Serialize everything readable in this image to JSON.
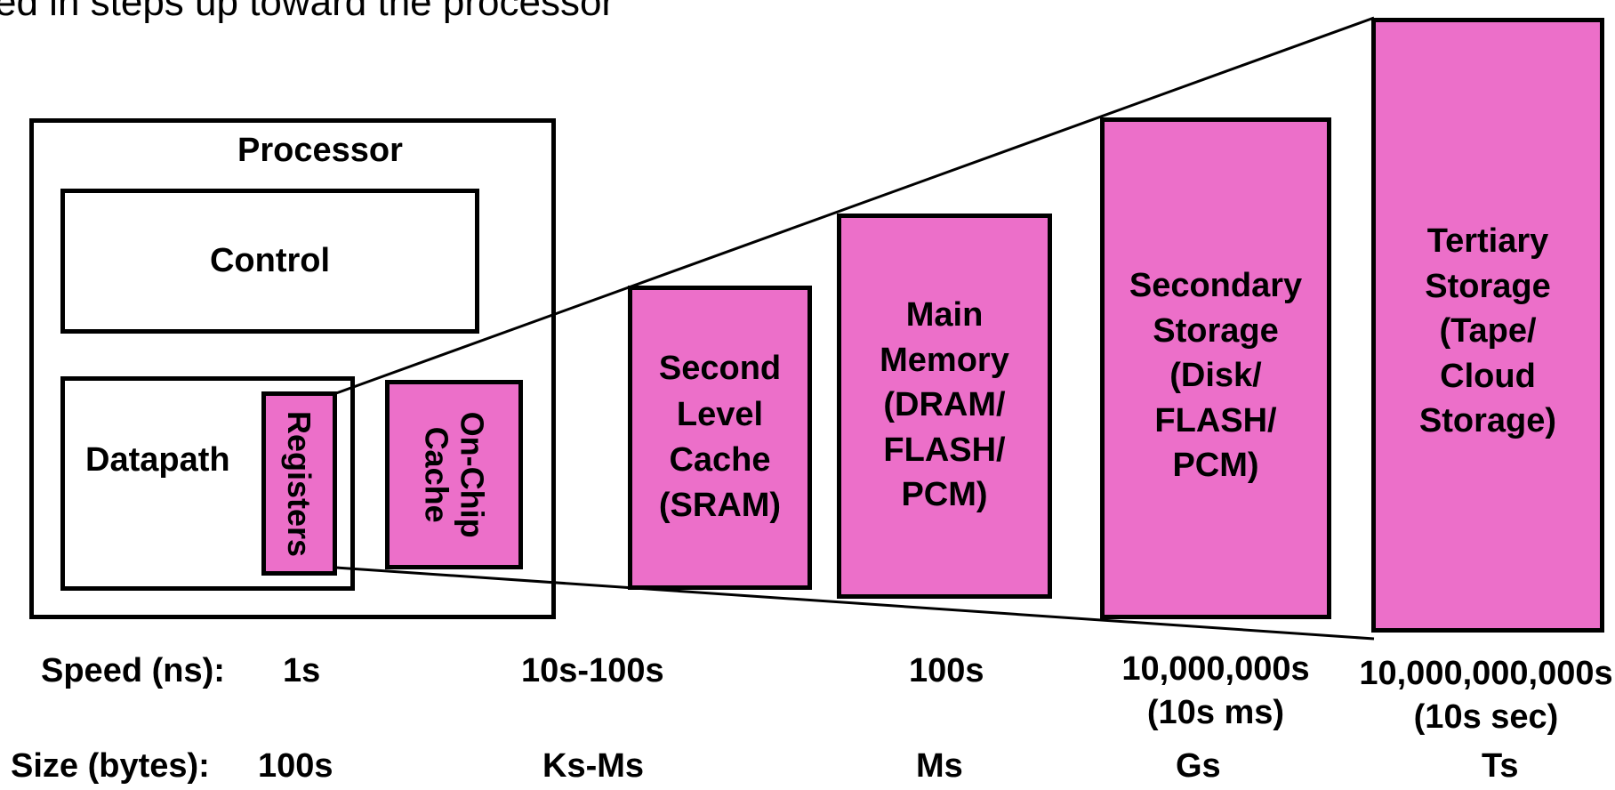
{
  "title": "ed in steps up toward the processor",
  "processor": {
    "label": "Processor",
    "control_label": "Control",
    "datapath_label": "Datapath",
    "registers_label": "Registers",
    "onchip_cache_label": "On-Chip\nCache"
  },
  "levels": {
    "second_level_cache": "Second\nLevel\nCache\n(SRAM)",
    "main_memory": "Main\nMemory\n(DRAM/\nFLASH/\nPCM)",
    "secondary_storage": "Secondary\nStorage\n(Disk/\nFLASH/\nPCM)",
    "tertiary_storage": "Tertiary\nStorage\n(Tape/\nCloud\nStorage)"
  },
  "speed": {
    "label": "Speed (ns):",
    "registers": "1s",
    "cache": "10s-100s",
    "main_memory": "100s",
    "secondary": "10,000,000s\n(10s ms)",
    "tertiary": "10,000,000,000s\n(10s sec)"
  },
  "size": {
    "label": "Size (bytes):",
    "registers": "100s",
    "cache": "Ks-Ms",
    "main_memory": "Ms",
    "secondary": "Gs",
    "tertiary": "Ts"
  },
  "colors": {
    "level_fill": "#ec6fc9",
    "stroke": "#000000"
  }
}
